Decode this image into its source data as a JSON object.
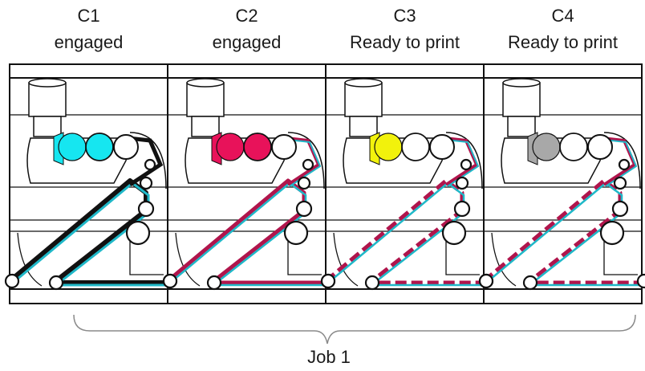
{
  "units": [
    {
      "id": "C1",
      "status": "engaged",
      "ink": "#16e6f0",
      "second_roller_filled": true
    },
    {
      "id": "C2",
      "status": "engaged",
      "ink": "#e8125a",
      "second_roller_filled": true
    },
    {
      "id": "C3",
      "status": "Ready to print",
      "ink": "#f2f20c",
      "second_roller_filled": false
    },
    {
      "id": "C4",
      "status": "Ready to print",
      "ink": "#a8a8a8",
      "second_roller_filled": false
    }
  ],
  "job_label": "Job 1",
  "colors": {
    "outline": "#111111",
    "frame_fill": "#ffffff",
    "web_cyan": "#1fb8c8",
    "web_magenta": "#b0154c",
    "web_black": "#111111"
  }
}
